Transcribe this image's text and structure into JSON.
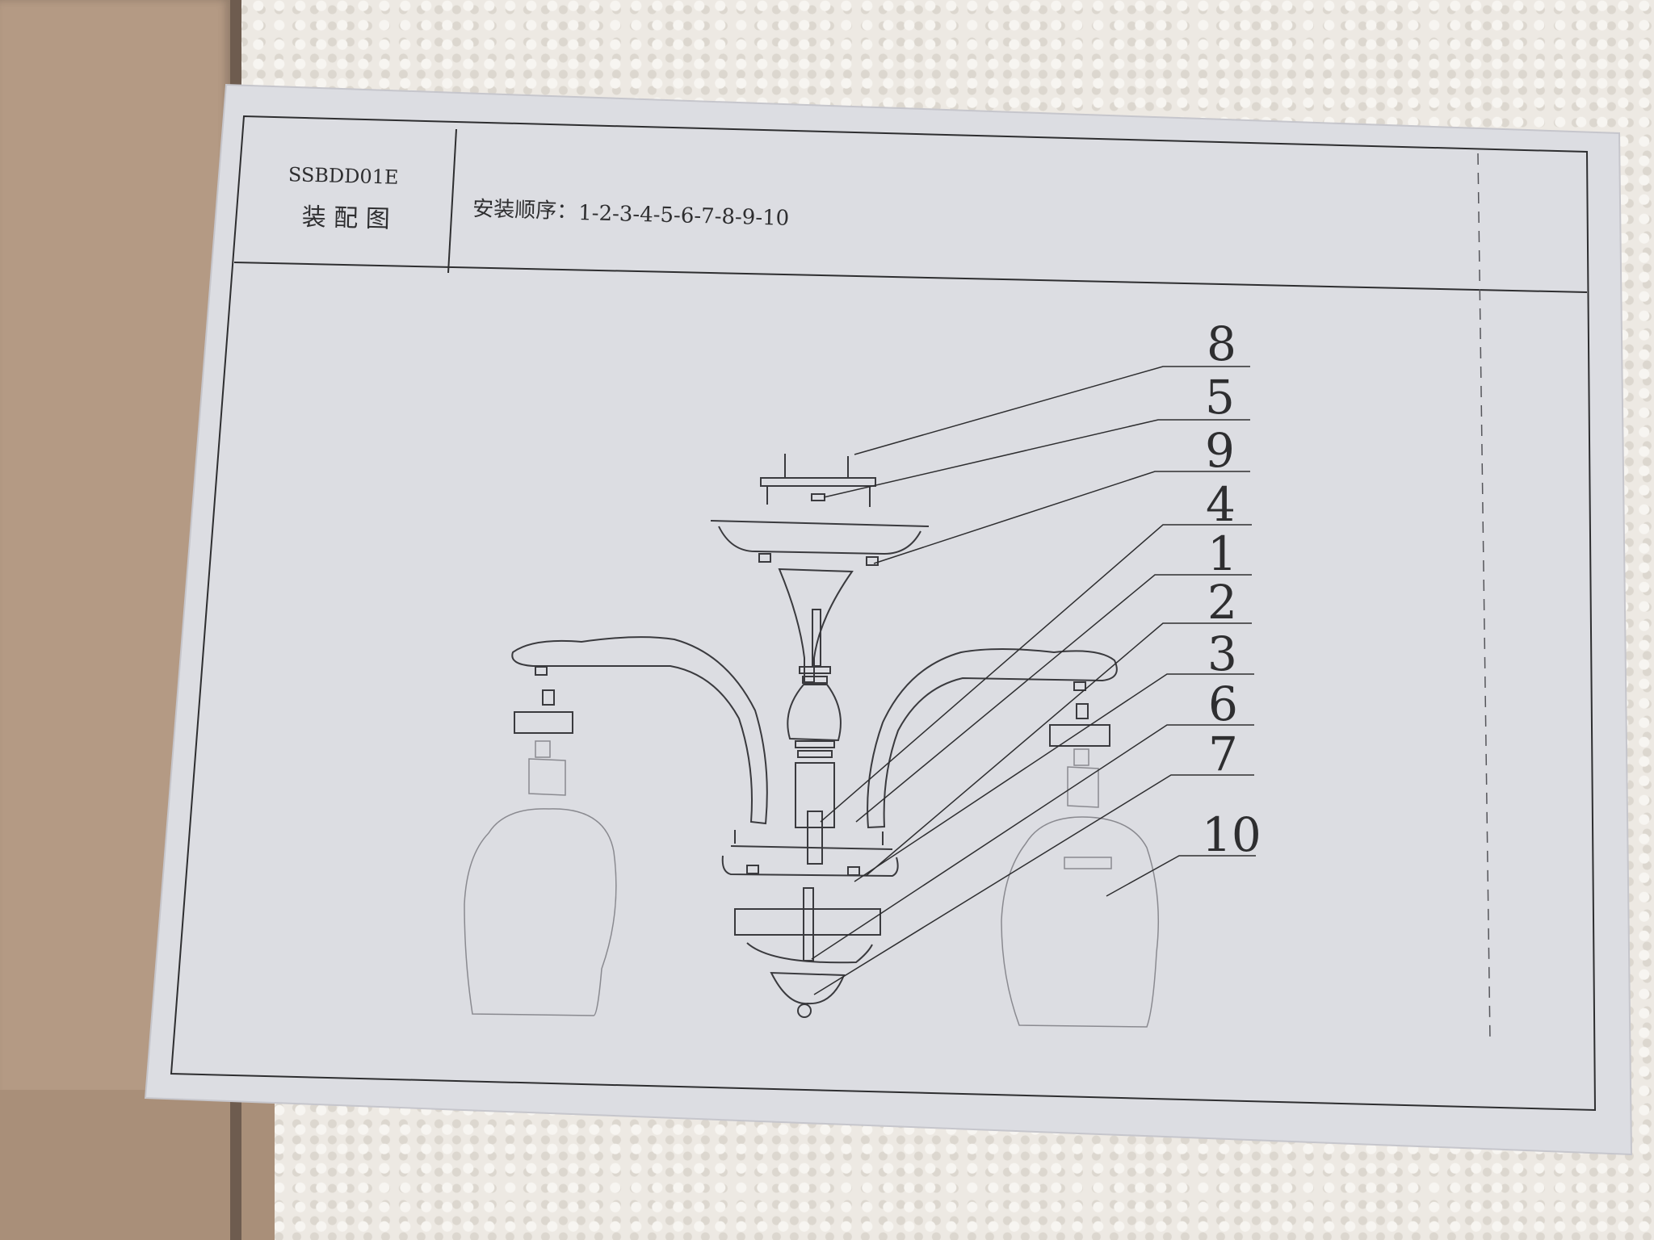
{
  "title_block": {
    "model_code": "SSBDD01E",
    "drawing_name": "装 配 图",
    "install_order_label": "安装顺序：",
    "install_order": "1-2-3-4-5-6-7-8-9-10"
  },
  "callouts": [
    "8",
    "5",
    "9",
    "4",
    "1",
    "2",
    "3",
    "6",
    "7",
    "10"
  ],
  "colors": {
    "paper": "#dcdde2",
    "ink": "#2e2e30",
    "cardboard": "#b49a84",
    "foam": "#ede9e3"
  }
}
